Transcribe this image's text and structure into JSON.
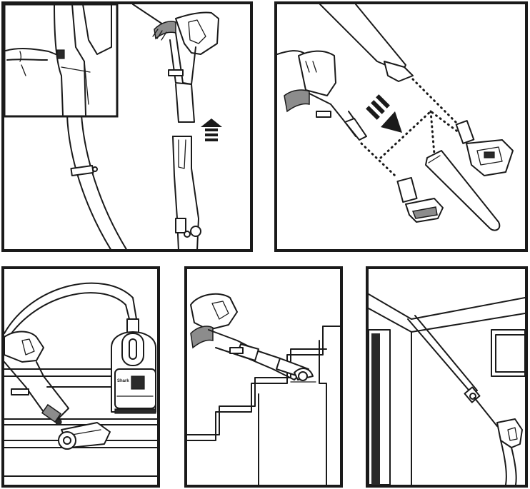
{
  "manual": {
    "brand_label": "Shark"
  },
  "panels": [
    {
      "id": "attach-crevice-tool",
      "icon": "arrow-up-icon"
    },
    {
      "id": "select-accessory",
      "icon": "arrow-down-right-icon"
    },
    {
      "id": "floor-cleaning"
    },
    {
      "id": "stair-cleaning"
    },
    {
      "id": "ceiling-cleaning"
    }
  ],
  "colors": {
    "line": "#1a1a1a",
    "accent_grey": "#8c8c8c",
    "background": "#ffffff"
  }
}
